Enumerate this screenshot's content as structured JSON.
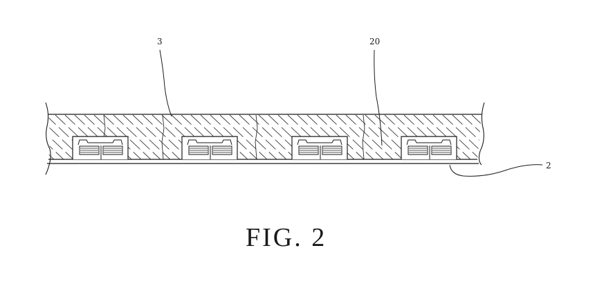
{
  "figure": {
    "caption": "FIG. 2",
    "reference_labels": {
      "encapsulant": "3",
      "chip": "20",
      "substrate": "2"
    }
  }
}
